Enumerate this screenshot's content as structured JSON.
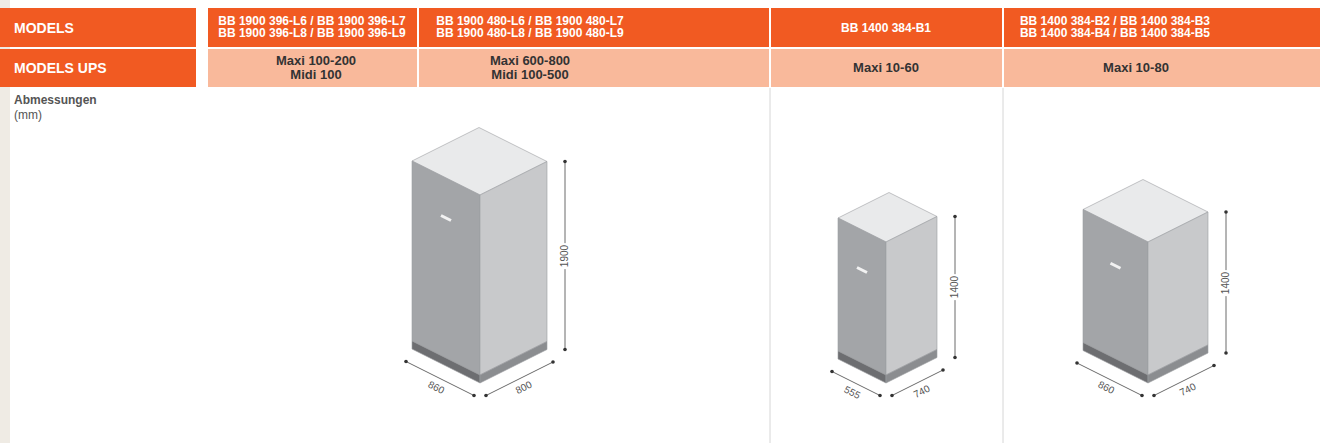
{
  "diagram": {
    "labels": [
      "MODELS",
      "BB 1900 396-L6 / BB 1900 396-L7 BB 1900 396-L8 / BB 1900 396-L9",
      "BB 1900 480-L6 / BB 1900 480-L7 BB 1900 480-L8 / BB 1900 480-L9",
      "BB 1400 384-B1",
      "BB 1400 384-B2 / BB 1400 384-B3 BB 1400 384-B4 / BB 1400 384-B5",
      "MODELS UPS",
      "Maxi 100-200 Midi 100",
      "Maxi 600-800 Midi 100-500",
      "Maxi 10-60",
      "Maxi 10-80",
      "Abmessungen",
      "(mm)",
      "1900",
      "860",
      "800",
      "1400",
      "555",
      "740",
      "1400",
      "860",
      "740"
    ]
  }
}
